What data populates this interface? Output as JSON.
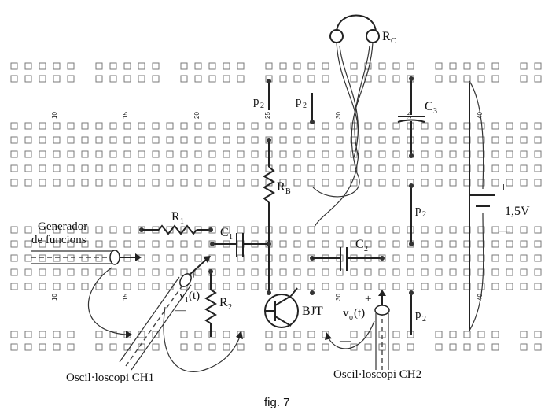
{
  "caption": "fig. 7",
  "labels": {
    "rc": "R",
    "rc_sub": "C",
    "p2_a": "p",
    "p2_a_sub": "2",
    "p2_b": "p",
    "p2_b_sub": "2",
    "c3": "C",
    "c3_sub": "3",
    "rb": "R",
    "rb_sub": "B",
    "r1": "R",
    "r1_sub": "1",
    "c1": "C",
    "c1_sub": "1",
    "c2": "C",
    "c2_sub": "2",
    "r2": "R",
    "r2_sub": "2",
    "p2_c": "p",
    "p2_c_sub": "2",
    "p2_d": "p",
    "p2_d_sub": "2",
    "battery": "1,5V",
    "battery_plus": "+",
    "battery_minus": "—",
    "bjt": "BJT",
    "vi": "v",
    "vi_sub": "i",
    "vi_tail": "(t)",
    "vi_plus": "+",
    "vi_minus": "—",
    "vo": "v",
    "vo_sub": "o",
    "vo_tail": "(t)",
    "vo_plus": "+",
    "vo_minus": "—",
    "gen_line1": "Generador",
    "gen_line2": "de funcions",
    "osc_ch1": "Oscil·loscopi  CH1",
    "osc_ch2": "Oscil·loscopi  CH2"
  },
  "breadboard_numbers_top": [
    "10",
    "15",
    "20",
    "25",
    "30",
    "35",
    "40"
  ],
  "breadboard_numbers_bottom": [
    "10",
    "15",
    "30",
    "40"
  ]
}
